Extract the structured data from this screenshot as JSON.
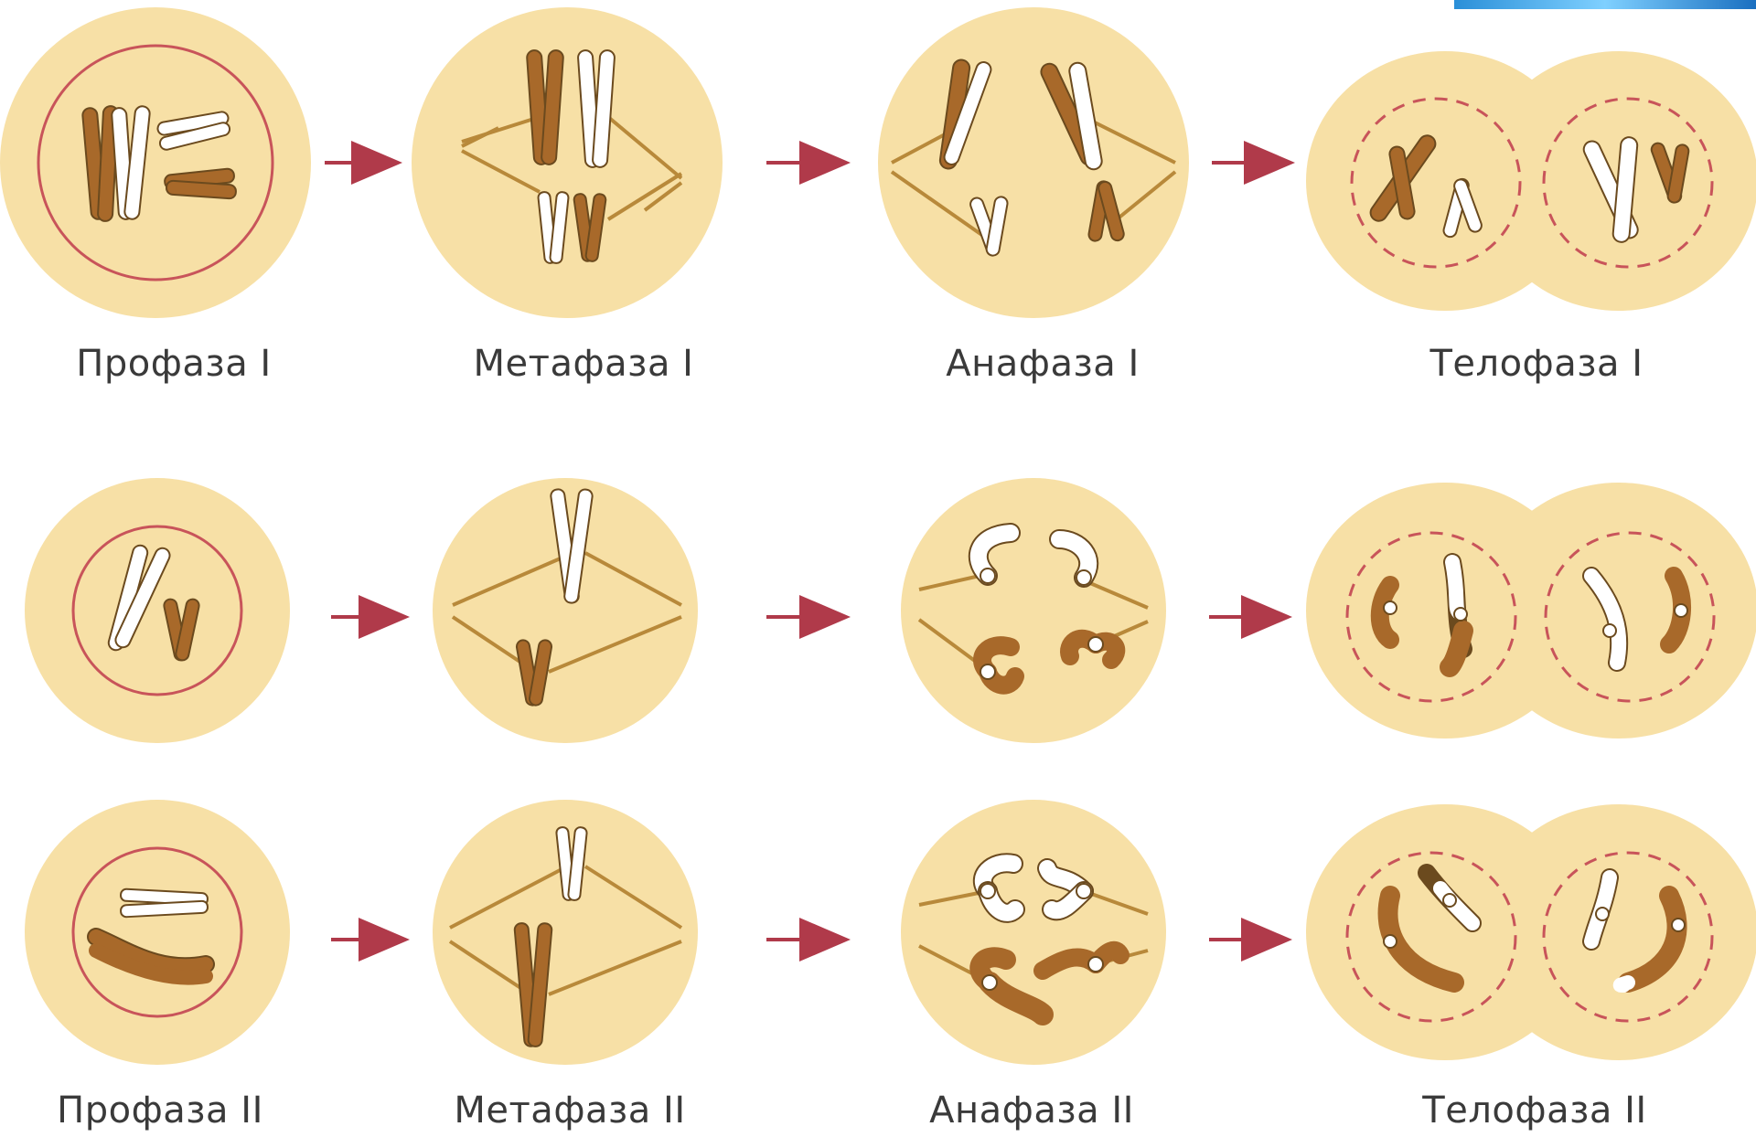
{
  "colors": {
    "cell": "#f7e0a6",
    "chromatid_brown": "#a8692a",
    "chromatid_white": "#ffffff",
    "outline": "#6b4a1e",
    "spindle": "#b8893a",
    "nucleus_membrane": "#c8545a",
    "arrow": "#b03a4a"
  },
  "labels": {
    "prophase1": "Профаза I",
    "metaphase1": "Метафаза I",
    "anaphase1": "Анафаза I",
    "telophase1": "Телофаза I",
    "prophase2": "Профаза II",
    "metaphase2": "Метафаза II",
    "anaphase2": "Анафаза II",
    "telophase2": "Телофаза II"
  }
}
